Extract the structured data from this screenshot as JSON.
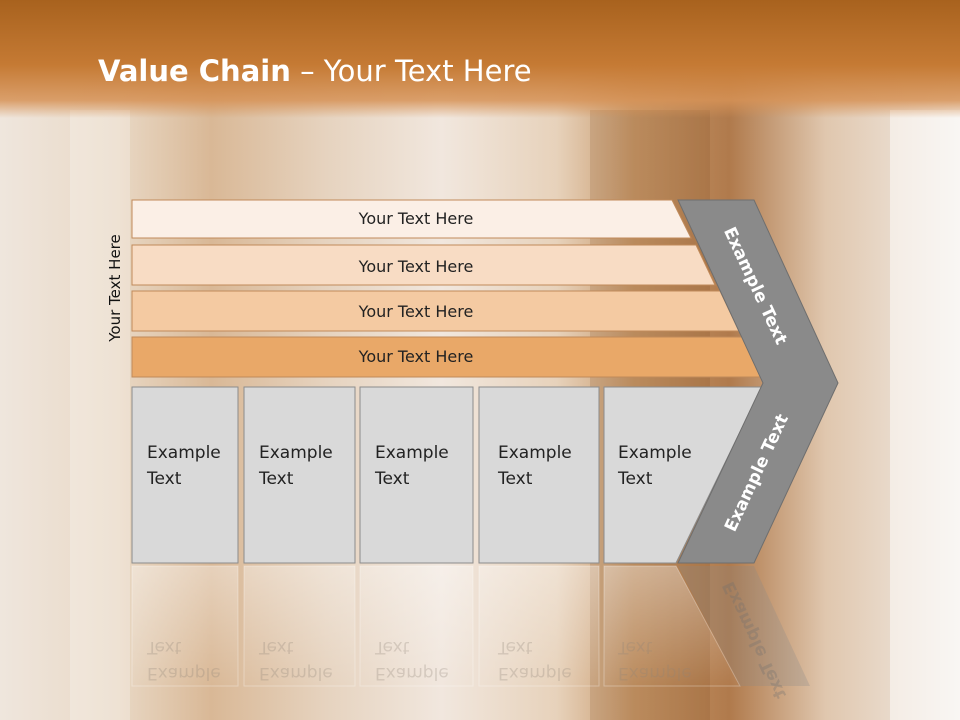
{
  "title": {
    "bold": "Value Chain",
    "rest": " – Your Text Here"
  },
  "side_label": "Your Text Here",
  "bars": [
    {
      "label": "Your Text Here",
      "color": "#fbefe6"
    },
    {
      "label": "Your Text Here",
      "color": "#f8dcc4"
    },
    {
      "label": "Your Text Here",
      "color": "#f4caa2"
    },
    {
      "label": "Your Text Here",
      "color": "#e9a868"
    }
  ],
  "boxes": [
    {
      "line1": "Example",
      "line2": "Text"
    },
    {
      "line1": "Example",
      "line2": "Text"
    },
    {
      "line1": "Example",
      "line2": "Text"
    },
    {
      "line1": "Example",
      "line2": "Text"
    },
    {
      "line1": "Example",
      "line2": "Text"
    }
  ],
  "chevron": {
    "top_label": "Example Text",
    "bottom_label": "Example Text",
    "color": "#8a8a8a"
  },
  "colors": {
    "header": "#b8702c",
    "box_fill": "#d9d9d9",
    "box_border": "#8c8c8c",
    "bar_border": "#c08a5a"
  }
}
